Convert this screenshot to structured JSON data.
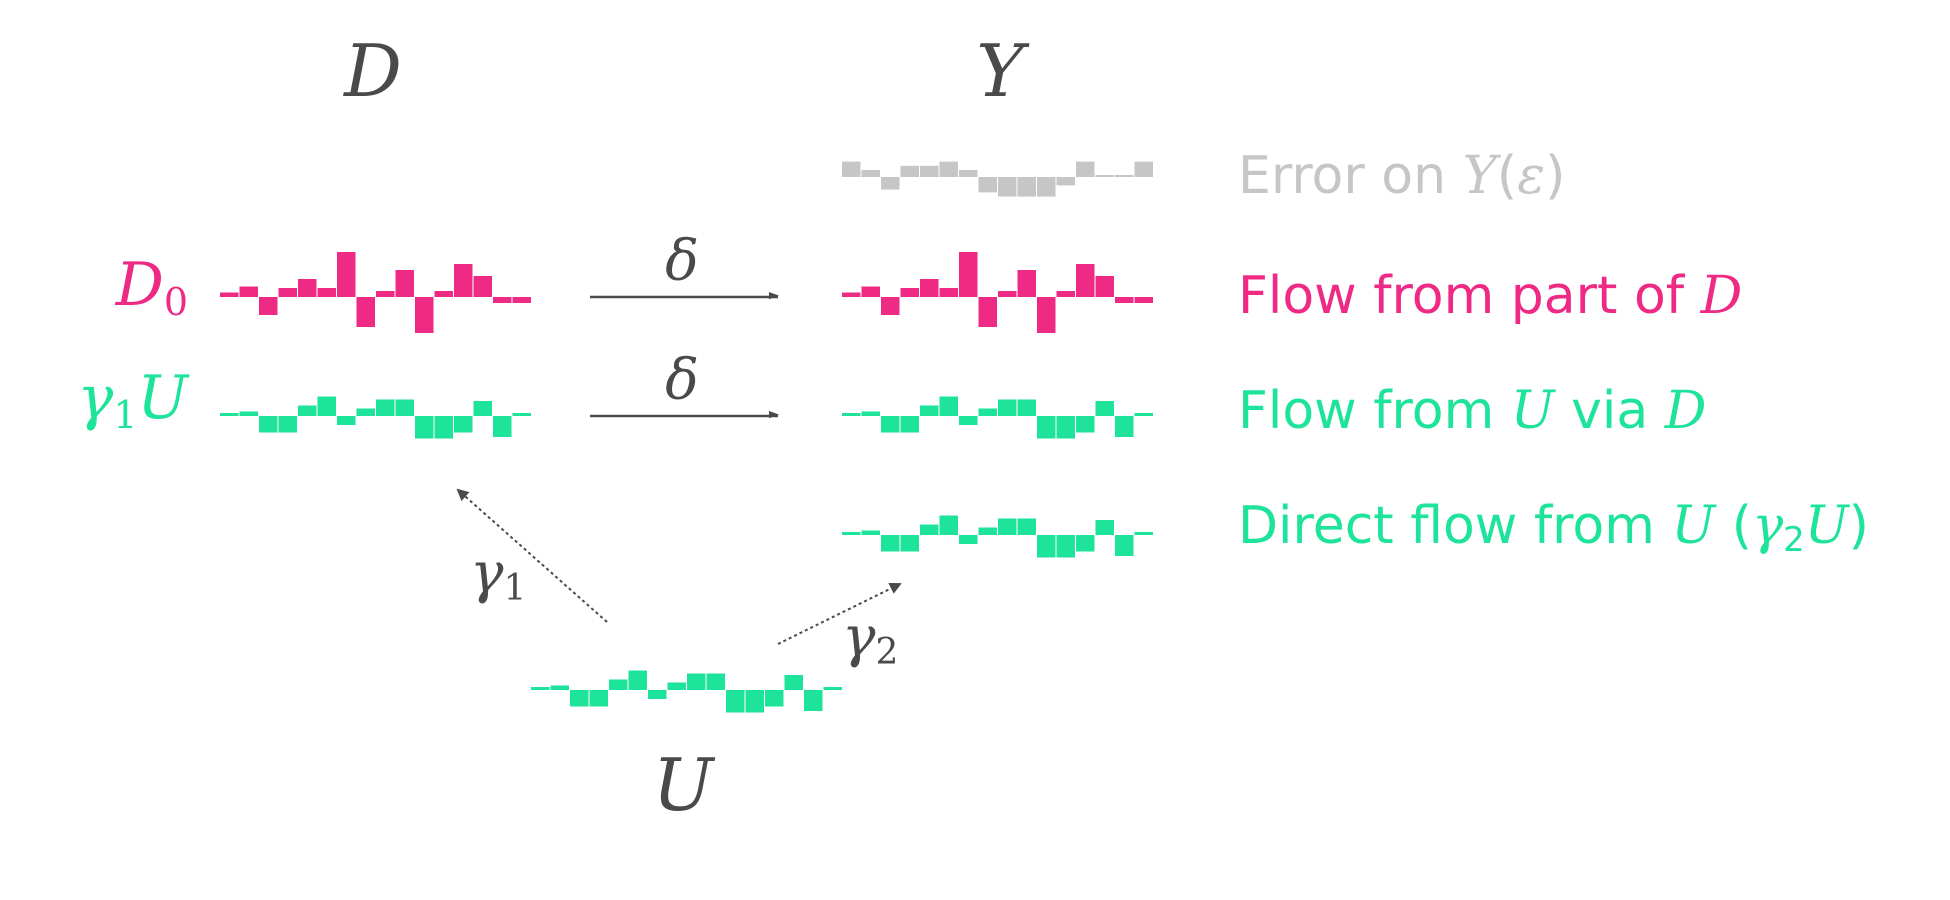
{
  "colors": {
    "dark": "#4a4a4a",
    "pink": "#ee2a85",
    "green": "#1ee39a",
    "gray": "#c6c6c6"
  },
  "headers": {
    "d": "D",
    "y": "Y",
    "u": "U"
  },
  "row_labels": {
    "d0": {
      "base": "D",
      "sub": "0"
    },
    "g1u": {
      "greek": "γ",
      "sub": "1",
      "var": "U"
    }
  },
  "arrows": {
    "delta1": "δ",
    "delta2": "δ",
    "gamma1": {
      "greek": "γ",
      "sub": "1"
    },
    "gamma2": {
      "greek": "γ",
      "sub": "2"
    }
  },
  "legend": {
    "error": {
      "text": "Error on ",
      "var": "Y",
      "open": "(",
      "eps": "ε",
      "close": ")"
    },
    "flow_d": {
      "text": "Flow from part of ",
      "var": "D"
    },
    "flow_ud": {
      "text1": "Flow from ",
      "var1": "U",
      "text2": " via ",
      "var2": "D"
    },
    "direct": {
      "text": "Direct flow from ",
      "var": "U",
      "open": " (",
      "greek": "γ",
      "sub": "2",
      "var2": "U",
      "close": ")"
    }
  },
  "series": {
    "pink": [
      0.15,
      0.35,
      -0.6,
      0.3,
      0.6,
      0.3,
      1.5,
      -1.0,
      0.2,
      0.9,
      -1.2,
      0.2,
      1.1,
      0.7,
      -0.2,
      -0.2
    ],
    "green": [
      0.1,
      0.15,
      -0.55,
      -0.55,
      0.35,
      0.65,
      -0.3,
      0.25,
      0.55,
      0.55,
      -0.75,
      -0.75,
      -0.55,
      0.5,
      -0.7,
      0.1
    ],
    "gray": [
      0.55,
      0.25,
      -0.45,
      0.4,
      0.4,
      0.55,
      0.25,
      -0.55,
      -0.7,
      -0.7,
      -0.7,
      -0.3,
      0.55,
      0,
      0.05,
      0.55
    ]
  }
}
